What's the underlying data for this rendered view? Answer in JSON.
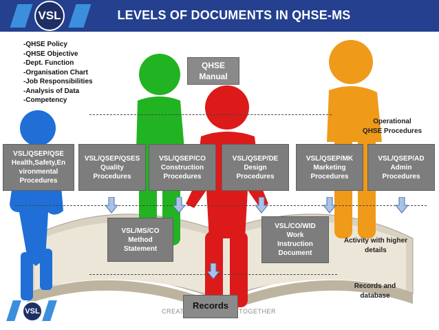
{
  "header": {
    "logo_text": "VSL",
    "title": "LEVELS OF DOCUMENTS IN QHSE-MS"
  },
  "policy_list": [
    "-QHSE Policy",
    "-QHSE Objective",
    "-Dept. Function",
    "-Organisation Chart",
    "-Job Responsibilities",
    "-Analysis of Data",
    "-Competency"
  ],
  "manual_box": "QHSE\nManual",
  "operational_label": "Operational\nQHSE Procedures",
  "procedures": [
    "VSL/QSEP/QSE\nHealth,Safety,En\nvironmental\nProcedures",
    "VSL/QSEP/QSES\nQuality\nProcedures",
    "VSL/QSEP/CO\nConstruction\nProcedures",
    "VSL/QSEP/DE\nDesign\nProcedures",
    "VSL/QSEP/MK\nMarketing\nProcedures",
    "VSL/QSEP/AD\nAdmin\nProcedures"
  ],
  "method_statement_box": "VSL/MS/CO\nMethod\nStatement",
  "work_instruction_box": "VSL/CO/WID\nWork\nInstruction\nDocument",
  "activity_label": "Activity with higher\ndetails",
  "records_label": "Records and\ndatabase",
  "records_box": "Records",
  "footer": {
    "logo_text": "VSL",
    "tagline": "CREATING SOLUTIONS TOGETHER"
  },
  "colors": {
    "header_bg": "#24408f",
    "logo_stripe": "#3b8fdc",
    "box_bg": "#7d7d7d",
    "figure_blue": "#1f6fd6",
    "figure_green": "#22b322",
    "figure_red": "#dd1a1a",
    "figure_orange": "#f09a1a",
    "arrow_blue": "#a9c3e8"
  }
}
